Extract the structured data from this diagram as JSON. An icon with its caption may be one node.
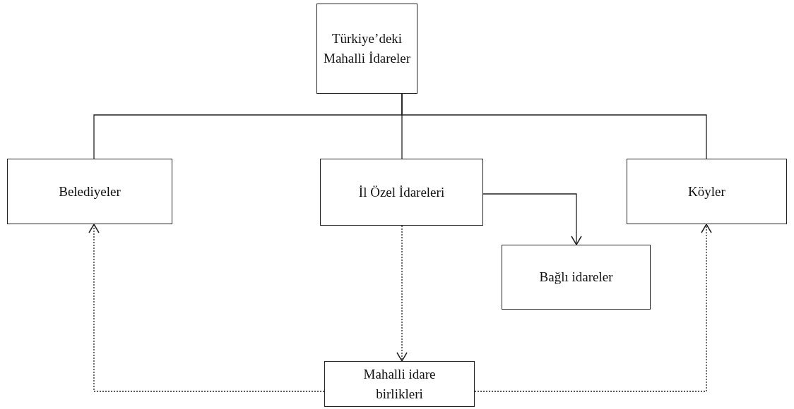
{
  "diagram": {
    "nodes": [
      {
        "text": [
          "Türkiye’deki Mahalli İdareler"
        ]
      },
      {
        "text": [
          "Belediyeler"
        ]
      },
      {
        "text": [
          "İl Özel İdareleri"
        ]
      },
      {
        "text": [
          "Köyler"
        ]
      },
      {
        "text": [
          "Bağlı idareler"
        ]
      },
      {
        "text": [
          "Mahalli idare birlikleri"
        ]
      }
    ],
    "edges": [
      {
        "from": 0,
        "to": 1,
        "arrow": "none"
      },
      {
        "from": 0,
        "to": 2,
        "arrow": "none"
      },
      {
        "from": 0,
        "to": 3,
        "arrow": "none"
      },
      {
        "from": 2,
        "to": 4,
        "arrow": "to"
      },
      {
        "from": 2,
        "to": 5,
        "arrow": "to",
        "style": "dashed"
      },
      {
        "from": 5,
        "to": 1,
        "arrow": "to",
        "style": "dashed"
      },
      {
        "from": 5,
        "to": 3,
        "arrow": "to",
        "style": "dashed"
      }
    ]
  }
}
